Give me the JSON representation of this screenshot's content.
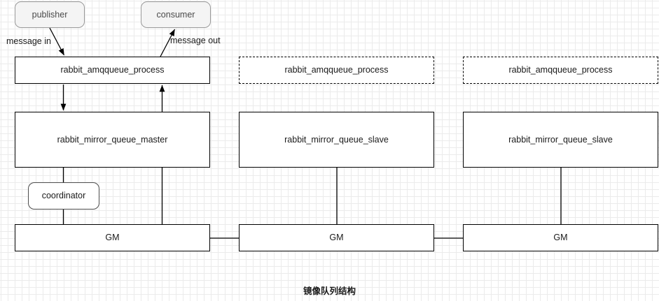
{
  "diagram": {
    "caption": "镜像队列结构",
    "nodes": {
      "publisher": "publisher",
      "consumer": "consumer",
      "coordinator": "coordinator",
      "process_master": "rabbit_amqqueue_process",
      "process_slave1": "rabbit_amqqueue_process",
      "process_slave2": "rabbit_amqqueue_process",
      "mirror_master": "rabbit_mirror_queue_master",
      "mirror_slave1": "rabbit_mirror_queue_slave",
      "mirror_slave2": "rabbit_mirror_queue_slave",
      "gm_master": "GM",
      "gm_slave1": "GM",
      "gm_slave2": "GM"
    },
    "edge_labels": {
      "message_in": "message in",
      "message_out": "message out"
    },
    "colors": {
      "stroke": "#000000",
      "grid_minor": "#ebebeb",
      "grid_major": "#d0d0d0",
      "endpoint_fill": "#f4f4f4",
      "endpoint_stroke": "#9a9a9a",
      "text": "#1a1a1a"
    }
  }
}
